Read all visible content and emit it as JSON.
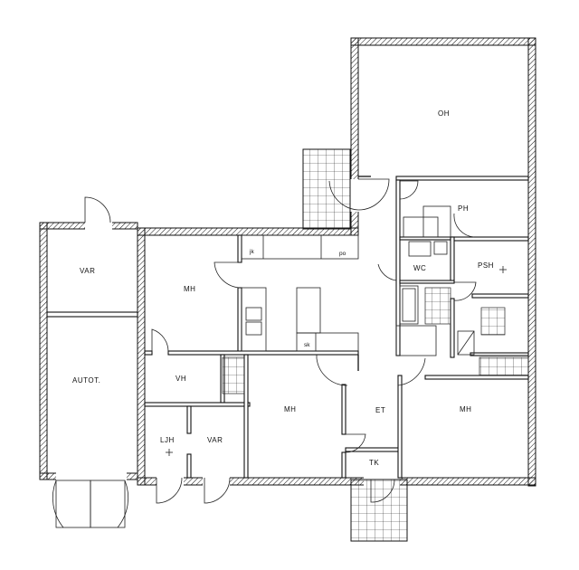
{
  "rooms": {
    "oh": "OH",
    "ph": "PH",
    "psh": "PSH",
    "wc": "WC",
    "var_top": "VAR",
    "autot": "AUTOT.",
    "mh_left": "MH",
    "vh": "VH",
    "ljh": "LJH",
    "var_bottom": "VAR",
    "mh_center": "MH",
    "et": "ET",
    "mh_right": "MH",
    "tk": "TK"
  },
  "fixtures": {
    "jk": "jk",
    "po": "po",
    "sk": "sk"
  }
}
